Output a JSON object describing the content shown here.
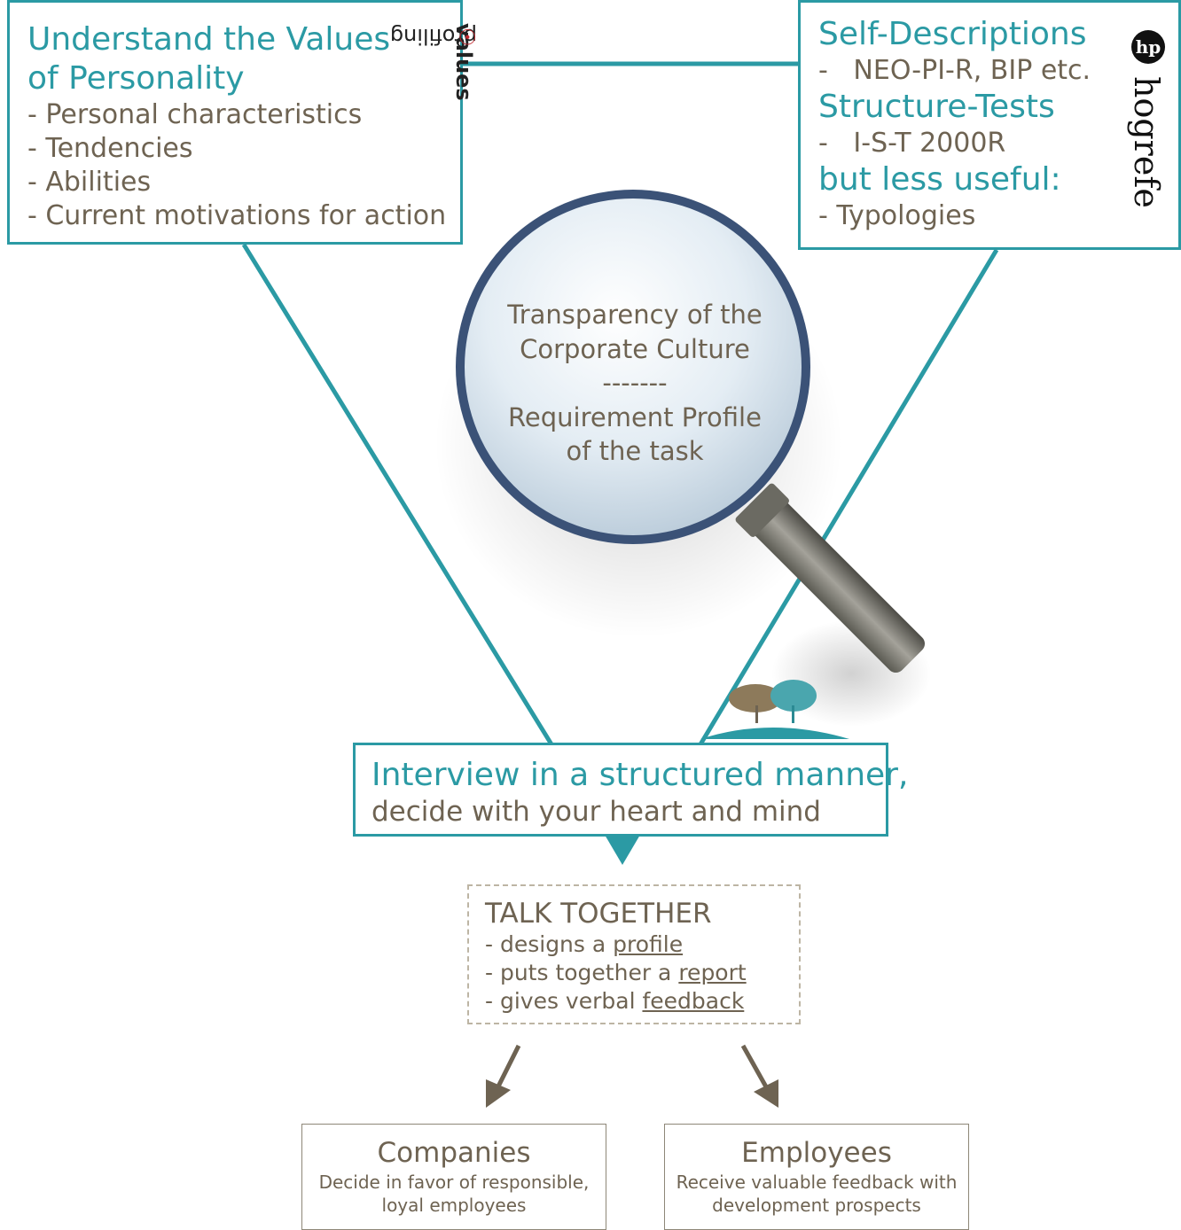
{
  "left_box": {
    "title": "Understand the Values of Personality",
    "items": [
      "- Personal characteristics",
      "- Tendencies",
      "- Abilities",
      "- Current motivations for action"
    ],
    "logo_prefix": "profiling",
    "logo_suffix": "values"
  },
  "right_box": {
    "heading1": "Self-Descriptions",
    "item1": "-   NEO-PI-R, BIP etc.",
    "heading2": "Structure-Tests",
    "item2": "-   I-S-T 2000R",
    "heading3": "but less useful:",
    "item3": "- Typologies",
    "logo_mark": "hp",
    "logo_word": "hogrefe"
  },
  "lens": {
    "line1": "Transparency of the",
    "line2": "Corporate Culture",
    "divider": "-------",
    "line3": "Requirement Profile",
    "line4": "of the task"
  },
  "interview": {
    "line1": "Interview in a structured manner,",
    "line2": "decide with your heart and mind"
  },
  "talk": {
    "heading": "TALK TOGETHER",
    "items": [
      {
        "prefix": "- designs a ",
        "link": "profile"
      },
      {
        "prefix": "- puts together a ",
        "link": "report"
      },
      {
        "prefix": "- gives verbal ",
        "link": "feedback"
      }
    ]
  },
  "companies": {
    "title": "Companies",
    "desc": "Decide in favor of responsible, loyal employees"
  },
  "employees": {
    "title": "Employees",
    "desc": "Receive valuable feedback with development prospects"
  },
  "colors": {
    "teal": "#2b9aa4",
    "brown": "#6e6352",
    "lens_rim": "#3b5277"
  },
  "icons": [
    "magnifier-icon",
    "tree-logo-icon",
    "arrow-down-left-icon",
    "arrow-down-right-icon"
  ]
}
